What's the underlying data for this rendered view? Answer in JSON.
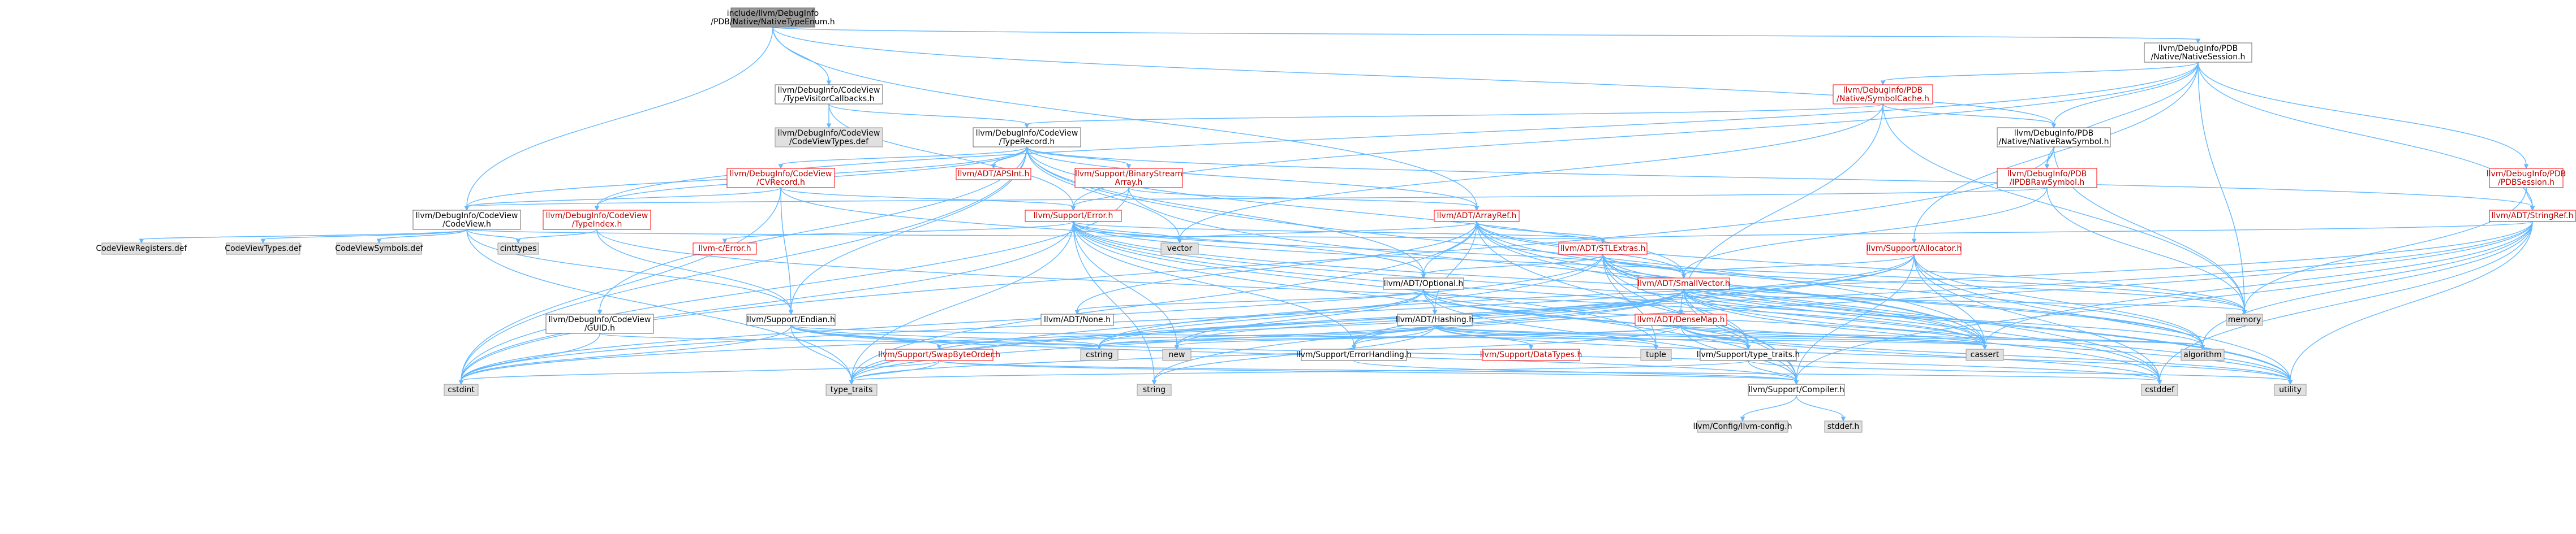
{
  "graph": {
    "nodes": [
      {
        "id": "root",
        "lines": [
          "include/llvm/DebugInfo",
          "/PDB/Native/NativeTypeEnum.h"
        ],
        "style": "root"
      },
      {
        "id": "NativeSession",
        "lines": [
          "llvm/DebugInfo/PDB",
          "/Native/NativeSession.h"
        ],
        "style": "white"
      },
      {
        "id": "TypeVisitorCallbacks",
        "lines": [
          "llvm/DebugInfo/CodeView",
          "/TypeVisitorCallbacks.h"
        ],
        "style": "white"
      },
      {
        "id": "SymbolCache",
        "lines": [
          "llvm/DebugInfo/PDB",
          "/Native/SymbolCache.h"
        ],
        "style": "red"
      },
      {
        "id": "CodeViewTypesDef",
        "lines": [
          "llvm/DebugInfo/CodeView",
          "/CodeViewTypes.def"
        ],
        "style": "gray"
      },
      {
        "id": "TypeRecord",
        "lines": [
          "llvm/DebugInfo/CodeView",
          "/TypeRecord.h"
        ],
        "style": "white"
      },
      {
        "id": "NativeRawSymbol",
        "lines": [
          "llvm/DebugInfo/PDB",
          "/Native/NativeRawSymbol.h"
        ],
        "style": "white"
      },
      {
        "id": "PDBSession",
        "lines": [
          "llvm/DebugInfo/PDB",
          "/PDBSession.h"
        ],
        "style": "red"
      },
      {
        "id": "CVRecord",
        "lines": [
          "llvm/DebugInfo/CodeView",
          "/CVRecord.h"
        ],
        "style": "red"
      },
      {
        "id": "APSInt",
        "lines": [
          "llvm/ADT/APSInt.h"
        ],
        "style": "red"
      },
      {
        "id": "BinaryStreamArray",
        "lines": [
          "llvm/Support/BinaryStream",
          "Array.h"
        ],
        "style": "red"
      },
      {
        "id": "PDBRawSymbol",
        "lines": [
          "llvm/DebugInfo/PDB",
          "/IPDBRawSymbol.h"
        ],
        "style": "red"
      },
      {
        "id": "CodeView",
        "lines": [
          "llvm/DebugInfo/CodeView",
          "/CodeView.h"
        ],
        "style": "white"
      },
      {
        "id": "TypeIndex",
        "lines": [
          "llvm/DebugInfo/CodeView",
          "/TypeIndex.h"
        ],
        "style": "red"
      },
      {
        "id": "SupportError",
        "lines": [
          "llvm/Support/Error.h"
        ],
        "style": "red"
      },
      {
        "id": "ArrayRef",
        "lines": [
          "llvm/ADT/ArrayRef.h"
        ],
        "style": "red"
      },
      {
        "id": "StringRef",
        "lines": [
          "llvm/ADT/StringRef.h"
        ],
        "style": "red"
      },
      {
        "id": "CodeViewRegistersDef",
        "lines": [
          "CodeViewRegisters.def"
        ],
        "style": "gray"
      },
      {
        "id": "CodeViewTypesDef2",
        "lines": [
          "CodeViewTypes.def"
        ],
        "style": "gray"
      },
      {
        "id": "CodeViewSymbolsDef",
        "lines": [
          "CodeViewSymbols.def"
        ],
        "style": "gray"
      },
      {
        "id": "cinttypes",
        "lines": [
          "cinttypes"
        ],
        "style": "gray"
      },
      {
        "id": "vector",
        "lines": [
          "vector"
        ],
        "style": "gray"
      },
      {
        "id": "llvmcError",
        "lines": [
          "llvm-c/Error.h"
        ],
        "style": "red"
      },
      {
        "id": "STLExtras",
        "lines": [
          "llvm/ADT/STLExtras.h"
        ],
        "style": "red"
      },
      {
        "id": "Allocator",
        "lines": [
          "llvm/Support/Allocator.h"
        ],
        "style": "red"
      },
      {
        "id": "Optional",
        "lines": [
          "llvm/ADT/Optional.h"
        ],
        "style": "white"
      },
      {
        "id": "SmallVector",
        "lines": [
          "llvm/ADT/SmallVector.h"
        ],
        "style": "red"
      },
      {
        "id": "GUID",
        "lines": [
          "llvm/DebugInfo/CodeView",
          "/GUID.h"
        ],
        "style": "white"
      },
      {
        "id": "Endian",
        "lines": [
          "llvm/Support/Endian.h"
        ],
        "style": "white"
      },
      {
        "id": "None",
        "lines": [
          "llvm/ADT/None.h"
        ],
        "style": "white"
      },
      {
        "id": "Hashing",
        "lines": [
          "llvm/ADT/Hashing.h"
        ],
        "style": "white"
      },
      {
        "id": "DenseMap",
        "lines": [
          "llvm/ADT/DenseMap.h"
        ],
        "style": "red"
      },
      {
        "id": "memory",
        "lines": [
          "memory"
        ],
        "style": "gray"
      },
      {
        "id": "SwapByteOrder",
        "lines": [
          "llvm/Support/SwapByteOrder.h"
        ],
        "style": "red"
      },
      {
        "id": "cstring",
        "lines": [
          "cstring"
        ],
        "style": "gray"
      },
      {
        "id": "new",
        "lines": [
          "new"
        ],
        "style": "gray"
      },
      {
        "id": "ErrorHandling",
        "lines": [
          "llvm/Support/ErrorHandling.h"
        ],
        "style": "white"
      },
      {
        "id": "DataTypes",
        "lines": [
          "llvm/Support/DataTypes.h"
        ],
        "style": "red"
      },
      {
        "id": "tuple",
        "lines": [
          "tuple"
        ],
        "style": "gray"
      },
      {
        "id": "typetraitsSupport",
        "lines": [
          "llvm/Support/type_traits.h"
        ],
        "style": "white"
      },
      {
        "id": "cassert",
        "lines": [
          "cassert"
        ],
        "style": "gray"
      },
      {
        "id": "algorithm",
        "lines": [
          "algorithm"
        ],
        "style": "gray"
      },
      {
        "id": "cstdint",
        "lines": [
          "cstdint"
        ],
        "style": "gray"
      },
      {
        "id": "type_traits",
        "lines": [
          "type_traits"
        ],
        "style": "gray"
      },
      {
        "id": "string",
        "lines": [
          "string"
        ],
        "style": "gray"
      },
      {
        "id": "Compiler",
        "lines": [
          "llvm/Support/Compiler.h"
        ],
        "style": "white"
      },
      {
        "id": "utility",
        "lines": [
          "utility"
        ],
        "style": "gray"
      },
      {
        "id": "cstddef",
        "lines": [
          "cstddef"
        ],
        "style": "gray"
      },
      {
        "id": "llvmconfig",
        "lines": [
          "llvm/Config/llvm-config.h"
        ],
        "style": "gray"
      },
      {
        "id": "stddef",
        "lines": [
          "stddef.h"
        ],
        "style": "gray"
      }
    ],
    "edges": [
      [
        "root",
        "NativeSession"
      ],
      [
        "root",
        "TypeVisitorCallbacks"
      ],
      [
        "root",
        "CodeView"
      ],
      [
        "root",
        "NativeRawSymbol"
      ],
      [
        "root",
        "ArrayRef"
      ],
      [
        "NativeSession",
        "SymbolCache"
      ],
      [
        "NativeSession",
        "NativeRawSymbol"
      ],
      [
        "NativeSession",
        "PDBSession"
      ],
      [
        "NativeSession",
        "PDBRawSymbol"
      ],
      [
        "NativeSession",
        "StringRef"
      ],
      [
        "NativeSession",
        "Allocator"
      ],
      [
        "NativeSession",
        "SupportError"
      ],
      [
        "NativeSession",
        "memory"
      ],
      [
        "NativeSession",
        "TypeIndex"
      ],
      [
        "TypeVisitorCallbacks",
        "TypeRecord"
      ],
      [
        "TypeVisitorCallbacks",
        "CodeViewTypesDef"
      ],
      [
        "TypeVisitorCallbacks",
        "SupportError"
      ],
      [
        "SymbolCache",
        "TypeRecord"
      ],
      [
        "SymbolCache",
        "NativeRawSymbol"
      ],
      [
        "SymbolCache",
        "DenseMap"
      ],
      [
        "SymbolCache",
        "vector"
      ],
      [
        "SymbolCache",
        "memory"
      ],
      [
        "TypeRecord",
        "CVRecord"
      ],
      [
        "TypeRecord",
        "APSInt"
      ],
      [
        "TypeRecord",
        "BinaryStreamArray"
      ],
      [
        "TypeRecord",
        "ArrayRef"
      ],
      [
        "TypeRecord",
        "CodeView"
      ],
      [
        "TypeRecord",
        "TypeIndex"
      ],
      [
        "TypeRecord",
        "GUID"
      ],
      [
        "TypeRecord",
        "Optional"
      ],
      [
        "TypeRecord",
        "SmallVector"
      ],
      [
        "TypeRecord",
        "StringRef"
      ],
      [
        "TypeRecord",
        "Endian"
      ],
      [
        "TypeRecord",
        "cstdint"
      ],
      [
        "TypeRecord",
        "vector"
      ],
      [
        "TypeRecord",
        "cassert"
      ],
      [
        "NativeRawSymbol",
        "PDBRawSymbol"
      ],
      [
        "NativeRawSymbol",
        "memory"
      ],
      [
        "NativeRawSymbol",
        "cstdint"
      ],
      [
        "PDBSession",
        "StringRef"
      ],
      [
        "PDBSession",
        "memory"
      ],
      [
        "CVRecord",
        "SupportError"
      ],
      [
        "CVRecord",
        "Endian"
      ],
      [
        "CVRecord",
        "Optional"
      ],
      [
        "CVRecord",
        "cstdint"
      ],
      [
        "CVRecord",
        "CodeView"
      ],
      [
        "BinaryStreamArray",
        "ArrayRef"
      ],
      [
        "BinaryStreamArray",
        "SupportError"
      ],
      [
        "BinaryStreamArray",
        "cassert"
      ],
      [
        "BinaryStreamArray",
        "cstdint"
      ],
      [
        "PDBRawSymbol",
        "CodeView"
      ],
      [
        "PDBRawSymbol",
        "SmallVector"
      ],
      [
        "PDBRawSymbol",
        "memory"
      ],
      [
        "CodeView",
        "CodeViewRegistersDef"
      ],
      [
        "CodeView",
        "CodeViewTypesDef2"
      ],
      [
        "CodeView",
        "CodeViewSymbolsDef"
      ],
      [
        "CodeView",
        "cinttypes"
      ],
      [
        "CodeView",
        "type_traits"
      ],
      [
        "CodeView",
        "Endian"
      ],
      [
        "CodeView",
        "STLExtras"
      ],
      [
        "TypeIndex",
        "Endian"
      ],
      [
        "TypeIndex",
        "cinttypes"
      ],
      [
        "TypeIndex",
        "cassert"
      ],
      [
        "SupportError",
        "llvmcError"
      ],
      [
        "SupportError",
        "STLExtras"
      ],
      [
        "SupportError",
        "SmallVector"
      ],
      [
        "SupportError",
        "Compiler"
      ],
      [
        "SupportError",
        "ErrorHandling"
      ],
      [
        "SupportError",
        "algorithm"
      ],
      [
        "SupportError",
        "cassert"
      ],
      [
        "SupportError",
        "cstdint"
      ],
      [
        "SupportError",
        "memory"
      ],
      [
        "SupportError",
        "new"
      ],
      [
        "SupportError",
        "string"
      ],
      [
        "SupportError",
        "tuple"
      ],
      [
        "SupportError",
        "type_traits"
      ],
      [
        "SupportError",
        "utility"
      ],
      [
        "SupportError",
        "vector"
      ],
      [
        "ArrayRef",
        "Hashing"
      ],
      [
        "ArrayRef",
        "None"
      ],
      [
        "ArrayRef",
        "SmallVector"
      ],
      [
        "ArrayRef",
        "STLExtras"
      ],
      [
        "ArrayRef",
        "Compiler"
      ],
      [
        "ArrayRef",
        "algorithm"
      ],
      [
        "ArrayRef",
        "cassert"
      ],
      [
        "ArrayRef",
        "cstddef"
      ],
      [
        "ArrayRef",
        "memory"
      ],
      [
        "ArrayRef",
        "type_traits"
      ],
      [
        "ArrayRef",
        "vector"
      ],
      [
        "ArrayRef",
        "Optional"
      ],
      [
        "StringRef",
        "STLExtras"
      ],
      [
        "StringRef",
        "Compiler"
      ],
      [
        "StringRef",
        "algorithm"
      ],
      [
        "StringRef",
        "cassert"
      ],
      [
        "StringRef",
        "cstddef"
      ],
      [
        "StringRef",
        "cstring"
      ],
      [
        "StringRef",
        "string"
      ],
      [
        "StringRef",
        "type_traits"
      ],
      [
        "StringRef",
        "utility"
      ],
      [
        "STLExtras",
        "Optional"
      ],
      [
        "STLExtras",
        "SmallVector"
      ],
      [
        "STLExtras",
        "Compiler"
      ],
      [
        "STLExtras",
        "algorithm"
      ],
      [
        "STLExtras",
        "cassert"
      ],
      [
        "STLExtras",
        "cstddef"
      ],
      [
        "STLExtras",
        "cstdint"
      ],
      [
        "STLExtras",
        "memory"
      ],
      [
        "STLExtras",
        "tuple"
      ],
      [
        "STLExtras",
        "type_traits"
      ],
      [
        "STLExtras",
        "utility"
      ],
      [
        "STLExtras",
        "typetraitsSupport"
      ],
      [
        "Allocator",
        "SmallVector"
      ],
      [
        "Allocator",
        "Compiler"
      ],
      [
        "Allocator",
        "ErrorHandling"
      ],
      [
        "Allocator",
        "algorithm"
      ],
      [
        "Allocator",
        "cassert"
      ],
      [
        "Allocator",
        "cstddef"
      ],
      [
        "Allocator",
        "cstdint"
      ],
      [
        "Allocator",
        "iterator"
      ],
      [
        "Allocator",
        "type_traits"
      ],
      [
        "Allocator",
        "utility"
      ],
      [
        "Optional",
        "None"
      ],
      [
        "Optional",
        "Hashing"
      ],
      [
        "Optional",
        "Compiler"
      ],
      [
        "Optional",
        "typetraitsSupport"
      ],
      [
        "Optional",
        "cassert"
      ],
      [
        "Optional",
        "cstring"
      ],
      [
        "Optional",
        "new"
      ],
      [
        "Optional",
        "utility"
      ],
      [
        "SmallVector",
        "Compiler"
      ],
      [
        "SmallVector",
        "type_traits"
      ],
      [
        "SmallVector",
        "algorithm"
      ],
      [
        "SmallVector",
        "cassert"
      ],
      [
        "SmallVector",
        "cstddef"
      ],
      [
        "SmallVector",
        "cstdint"
      ],
      [
        "SmallVector",
        "cstring"
      ],
      [
        "SmallVector",
        "memory"
      ],
      [
        "SmallVector",
        "new"
      ],
      [
        "SmallVector",
        "utility"
      ],
      [
        "SmallVector",
        "ErrorHandling"
      ],
      [
        "SmallVector",
        "typetraitsSupport"
      ],
      [
        "GUID",
        "cstdint"
      ],
      [
        "GUID",
        "cstring"
      ],
      [
        "Endian",
        "SwapByteOrder"
      ],
      [
        "Endian",
        "Compiler"
      ],
      [
        "Endian",
        "cassert"
      ],
      [
        "Endian",
        "cstddef"
      ],
      [
        "Endian",
        "cstdint"
      ],
      [
        "Endian",
        "cstring"
      ],
      [
        "Endian",
        "type_traits"
      ],
      [
        "Hashing",
        "DataTypes"
      ],
      [
        "Hashing",
        "ErrorHandling"
      ],
      [
        "Hashing",
        "SwapByteOrder"
      ],
      [
        "Hashing",
        "typetraitsSupport"
      ],
      [
        "Hashing",
        "algorithm"
      ],
      [
        "Hashing",
        "cassert"
      ],
      [
        "Hashing",
        "cstring"
      ],
      [
        "Hashing",
        "string"
      ],
      [
        "Hashing",
        "tuple"
      ],
      [
        "Hashing",
        "utility"
      ],
      [
        "DenseMap",
        "Compiler"
      ],
      [
        "DenseMap",
        "algorithm"
      ],
      [
        "DenseMap",
        "cassert"
      ],
      [
        "DenseMap",
        "cstddef"
      ],
      [
        "DenseMap",
        "cstring"
      ],
      [
        "DenseMap",
        "new"
      ],
      [
        "DenseMap",
        "type_traits"
      ],
      [
        "DenseMap",
        "utility"
      ],
      [
        "DenseMap",
        "typetraitsSupport"
      ],
      [
        "SwapByteOrder",
        "Compiler"
      ],
      [
        "SwapByteOrder",
        "cstddef"
      ],
      [
        "SwapByteOrder",
        "cstdint"
      ],
      [
        "SwapByteOrder",
        "type_traits"
      ],
      [
        "ErrorHandling",
        "Compiler"
      ],
      [
        "typetraitsSupport",
        "Compiler"
      ],
      [
        "typetraitsSupport",
        "type_traits"
      ],
      [
        "typetraitsSupport",
        "utility"
      ],
      [
        "Compiler",
        "llvmconfig"
      ],
      [
        "Compiler",
        "stddef"
      ]
    ]
  }
}
